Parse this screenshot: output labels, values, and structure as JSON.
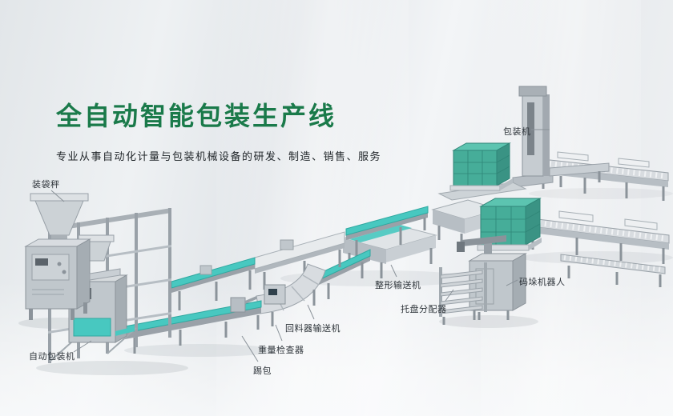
{
  "page": {
    "title": "全自动智能包装生产线",
    "subtitle": "专业从事自动化计量与包装机械设备的研发、制造、销售、服务"
  },
  "colors": {
    "title_green": "#1a7a4a",
    "belt_teal": "#48c8c0",
    "product_teal": "#46ad99",
    "machine_gray": "#c0c7cc"
  },
  "labels": {
    "bagging_scale": "装袋秤",
    "packing_machine": "包装机",
    "auto_packing_machine": "自动包装机",
    "kick_bag": "踢包",
    "weight_checker": "重量检查器",
    "return_conveyor": "回料器输送机",
    "shaping_conveyor": "整形输送机",
    "pallet_dispenser": "托盘分配器",
    "palletizing_robot": "码垛机器人"
  }
}
